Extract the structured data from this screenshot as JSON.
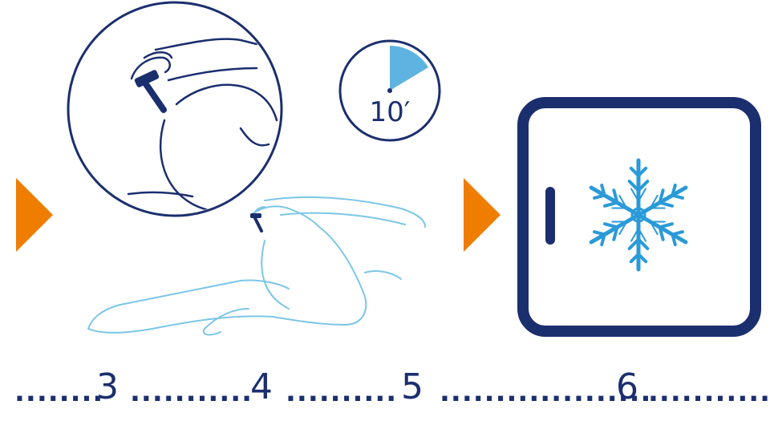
{
  "timer": {
    "label": "10′",
    "fraction": 0.17
  },
  "steps": {
    "dots1": "........",
    "n3": "3",
    "dots2": "...........",
    "n4": "4",
    "dots3": "..........",
    "n5": "5",
    "dots4": "...................",
    "n6": "6",
    "dots5": "..........."
  },
  "colors": {
    "navy": "#1b2f6e",
    "light_blue": "#7cc6e6",
    "snow_blue": "#2a9ad8",
    "orange": "#ef7d00",
    "timer_fill": "#5fb3e0"
  },
  "icons": [
    "play-arrow-icon",
    "razor-icon",
    "timer-icon",
    "freezer-icon",
    "snowflake-icon"
  ]
}
